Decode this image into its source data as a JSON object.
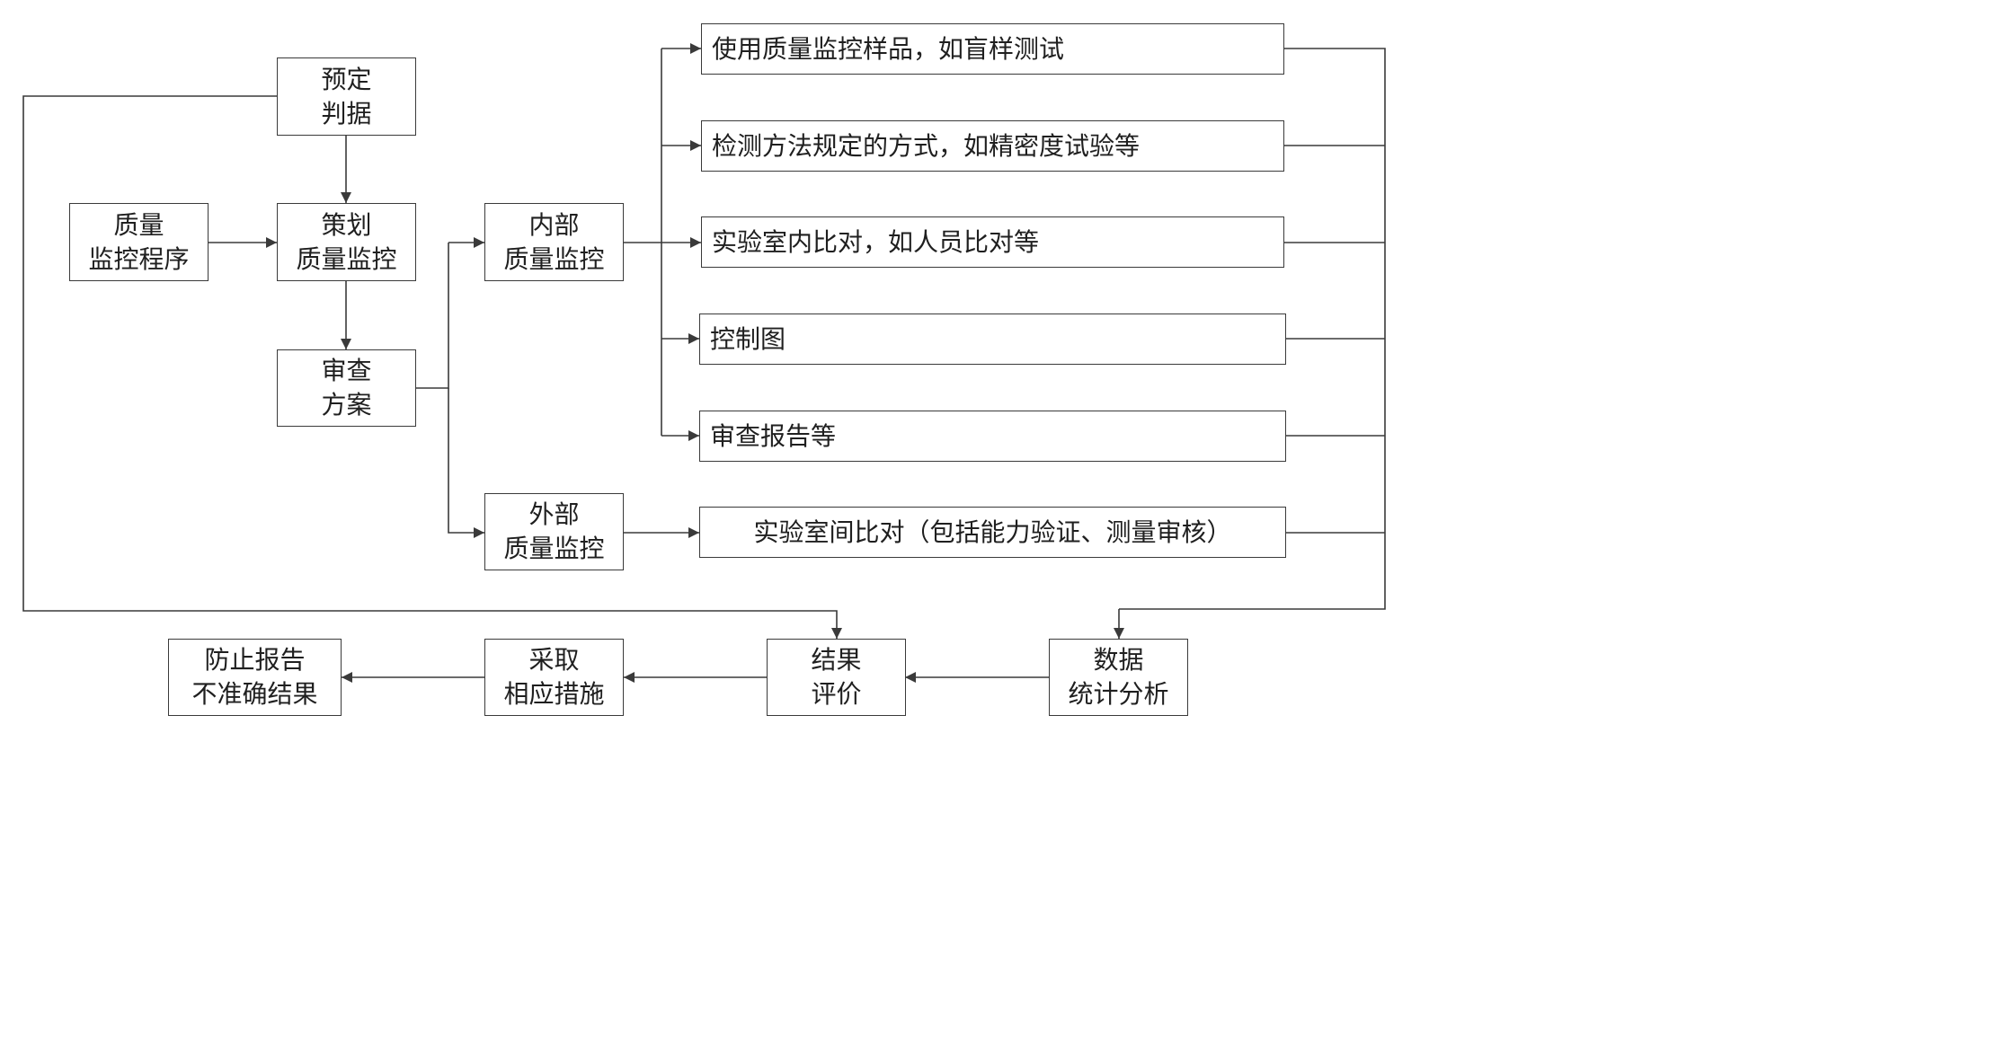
{
  "colors": {
    "line": "#3a3a3a",
    "text": "#1f1f1f",
    "background": "#ffffff"
  },
  "nodes": {
    "yuding_panju": {
      "lines": [
        "预定",
        "判据"
      ]
    },
    "zhiliang_jiankong_chengxu": {
      "lines": [
        "质量",
        "监控程序"
      ]
    },
    "cehua_zhiliang_jiankong": {
      "lines": [
        "策划",
        "质量监控"
      ]
    },
    "shencha_fangan": {
      "lines": [
        "审查",
        "方案"
      ]
    },
    "neibu_zhiliang_jiankong": {
      "lines": [
        "内部",
        "质量监控"
      ]
    },
    "waibu_zhiliang_jiankong": {
      "lines": [
        "外部",
        "质量监控"
      ]
    },
    "internal_method_1": {
      "text": "使用质量监控样品，如盲样测试"
    },
    "internal_method_2": {
      "text": "检测方法规定的方式，如精密度试验等"
    },
    "internal_method_3": {
      "text": "实验室内比对，如人员比对等"
    },
    "internal_method_4": {
      "text": "控制图"
    },
    "internal_method_5": {
      "text": "审查报告等"
    },
    "external_method_1": {
      "text": "实验室间比对（包括能力验证、测量审核）"
    },
    "shuju_tongji_fenxi": {
      "lines": [
        "数据",
        "统计分析"
      ]
    },
    "jieguo_pingjia": {
      "lines": [
        "结果",
        "评价"
      ]
    },
    "caiqu_xiangying_cuoshi": {
      "lines": [
        "采取",
        "相应措施"
      ]
    },
    "fangzhi_baogao": {
      "lines": [
        "防止报告",
        "不准确结果"
      ]
    }
  }
}
